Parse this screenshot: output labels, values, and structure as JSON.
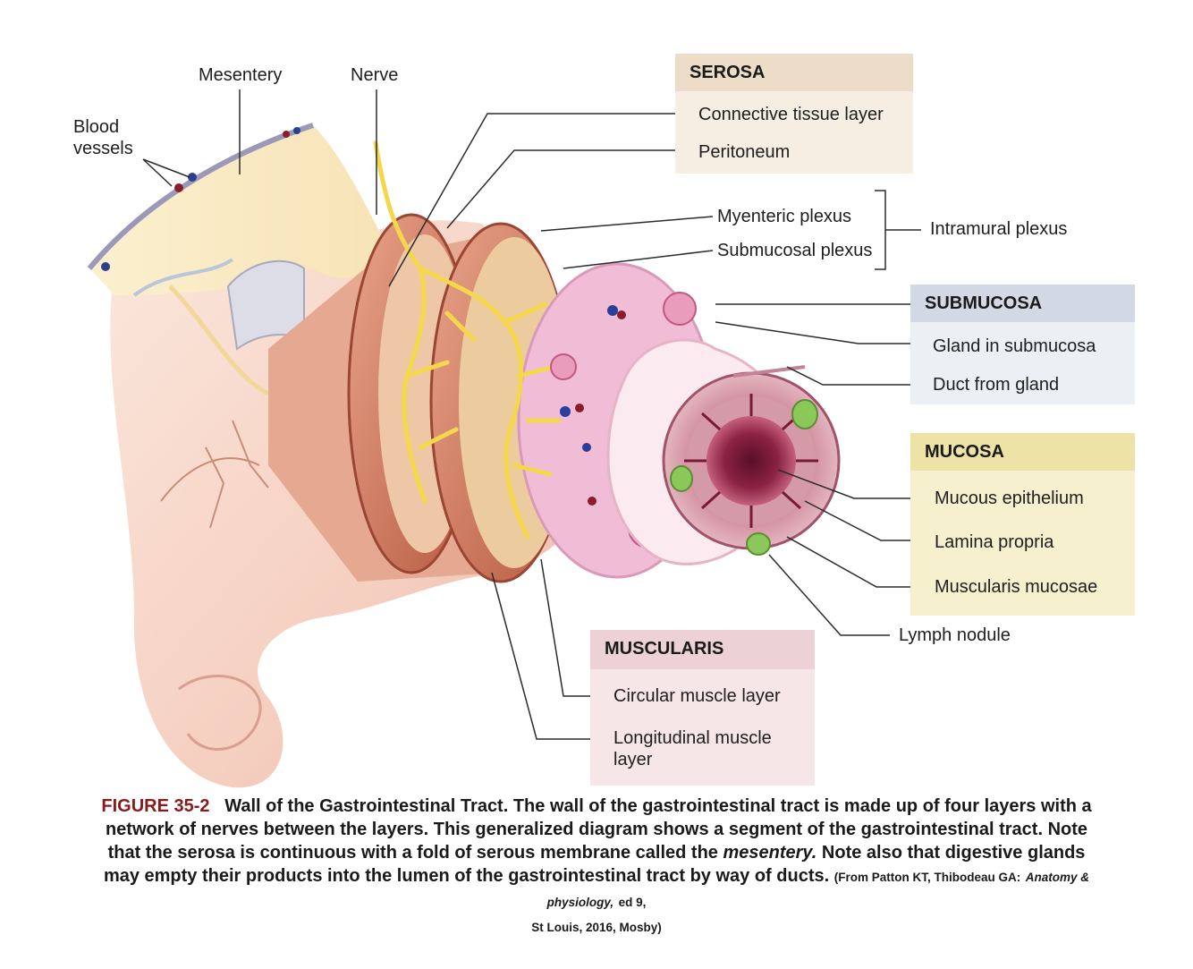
{
  "labels": {
    "blood_vessels": [
      "Blood",
      "vessels"
    ],
    "mesentery": "Mesentery",
    "nerve": "Nerve",
    "myenteric_plexus": "Myenteric plexus",
    "submucosal_plexus": "Submucosal plexus",
    "intramural_plexus": "Intramural plexus",
    "lymph_nodule": "Lymph nodule"
  },
  "boxes": {
    "serosa": {
      "title": "SEROSA",
      "items": [
        "Connective tissue layer",
        "Peritoneum"
      ],
      "header_color": "#ecdcc8",
      "body_color": "#f6eee3"
    },
    "submucosa": {
      "title": "SUBMUCOSA",
      "items": [
        "Gland in submucosa",
        "Duct from gland"
      ],
      "header_color": "#d2d9e4",
      "body_color": "#eceff4"
    },
    "mucosa": {
      "title": "MUCOSA",
      "items": [
        "Mucous epithelium",
        "Lamina propria",
        "Muscularis mucosae"
      ],
      "header_color": "#ede3a6",
      "body_color": "#f6f0cf"
    },
    "muscularis": {
      "title": "MUSCULARIS",
      "items": [
        "Circular muscle layer",
        "Longitudinal muscle",
        "layer"
      ],
      "header_color": "#ecd1d5",
      "body_color": "#f6e6e8"
    }
  },
  "caption": {
    "figure_number": "FIGURE 35-2",
    "title": "Wall of the Gastrointestinal Tract.",
    "text_1": "The wall of the gastrointestinal tract is made up of four layers with a network of nerves between the layers. This generalized diagram shows a segment of the gastrointestinal tract. Note that the serosa is continuous with a fold of serous membrane called the",
    "emphasis": "mesentery.",
    "text_2": "Note also that digestive glands may empty their products into the lumen of the gastrointestinal tract by way of ducts.",
    "source_1": "(From Patton KT, Thibodeau GA:",
    "source_book": "Anatomy & physiology,",
    "source_2": "ed 9,",
    "source_3": "St Louis, 2016, Mosby)"
  },
  "colors": {
    "tissue_pink": "#f7d4c8",
    "muscle_red": "#b5553e",
    "nerve_yellow": "#f4d84a",
    "submucosa_pink": "#f0bcd6",
    "mucosa_dark": "#7a1838",
    "lymph_green": "#8cc75a",
    "leader_line": "#2b2b2b"
  }
}
